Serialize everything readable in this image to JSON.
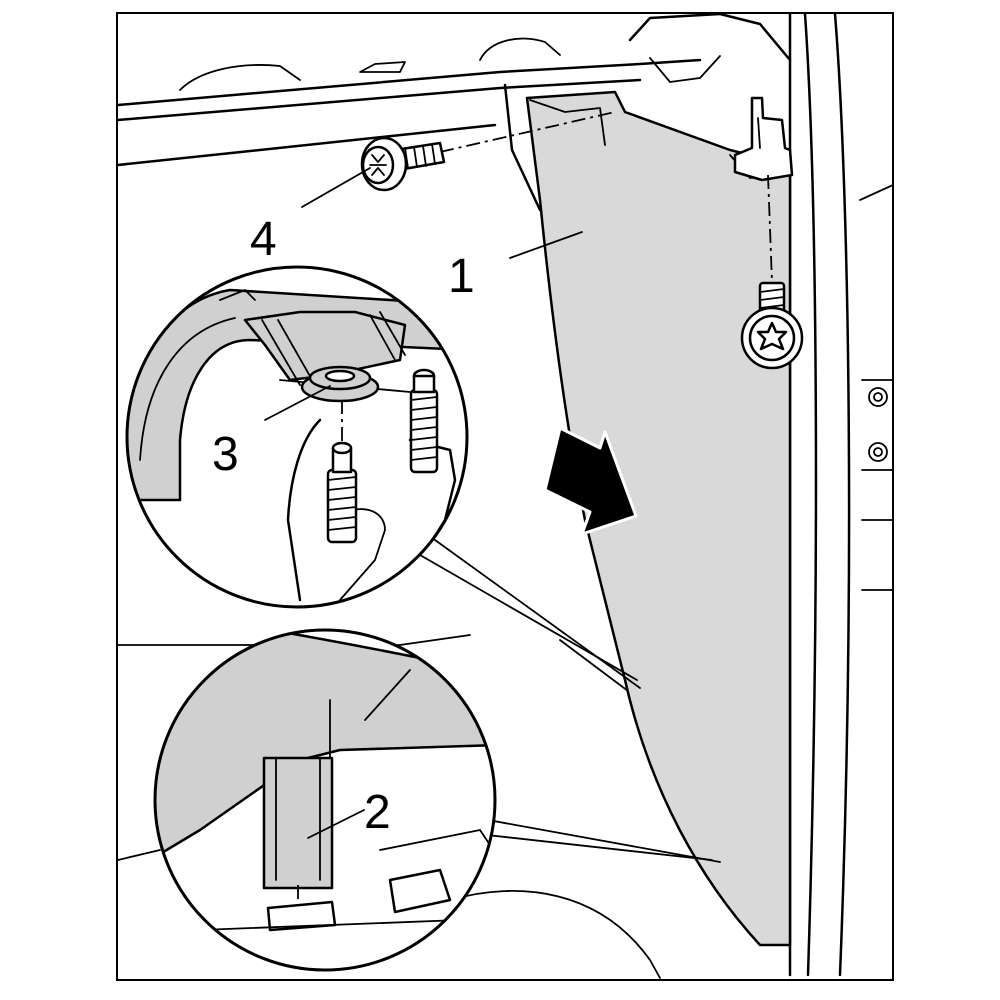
{
  "callouts": {
    "panel": "1",
    "clip": "2",
    "nut": "3",
    "screw": "4"
  },
  "colors": {
    "line": "#000000",
    "panel_fill": "#d9d9d9",
    "background": "#ffffff"
  },
  "icons": {
    "direction_arrow": "removal-arrow-icon",
    "torx_screw": "torx-screw-icon"
  }
}
